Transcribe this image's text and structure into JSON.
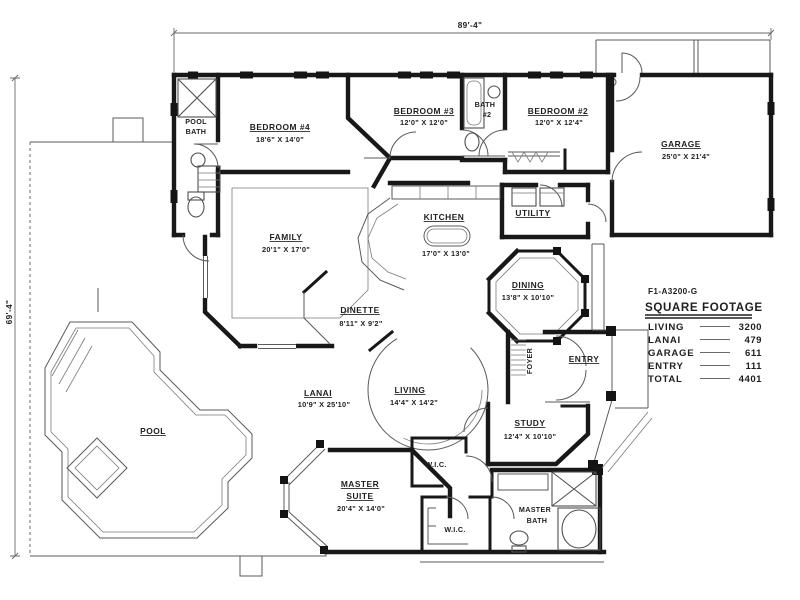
{
  "dimensions": {
    "top": "89'-4\"",
    "left": "69'-4\""
  },
  "plan_code": "F1-A3200-G",
  "square_footage": {
    "title": "SQUARE FOOTAGE",
    "rows": [
      {
        "label": "LIVING",
        "value": "3200"
      },
      {
        "label": "LANAI",
        "value": "479"
      },
      {
        "label": "GARAGE",
        "value": "611"
      },
      {
        "label": "ENTRY",
        "value": "111"
      },
      {
        "label": "TOTAL",
        "value": "4401"
      }
    ]
  },
  "rooms": {
    "pool_bath": {
      "line1": "POOL",
      "line2": "BATH"
    },
    "bedroom4": {
      "name": "BEDROOM #4",
      "dims": "18'6\" X 14'0\""
    },
    "bedroom3": {
      "name": "BEDROOM #3",
      "dims": "12'0\" X 12'0\""
    },
    "bath2": {
      "line1": "BATH",
      "line2": "#2"
    },
    "bedroom2": {
      "name": "BEDROOM #2",
      "dims": "12'0\" X 12'4\""
    },
    "garage": {
      "name": "GARAGE",
      "dims": "25'0\" X 21'4\""
    },
    "family": {
      "name": "FAMILY",
      "dims": "20'1\" X 17'0\""
    },
    "kitchen": {
      "name": "KITCHEN",
      "dims": "17'0\" X 13'0\""
    },
    "utility": {
      "name": "UTILITY"
    },
    "dining": {
      "name": "DINING",
      "dims": "13'8\" X 10'10\""
    },
    "dinette": {
      "name": "DINETTE",
      "dims": "8'11\" X 9'2\""
    },
    "foyer": {
      "name": "FOYER"
    },
    "entry": {
      "name": "ENTRY"
    },
    "lanai": {
      "name": "LANAI",
      "dims": "10'9\" X 25'10\""
    },
    "living": {
      "name": "LIVING",
      "dims": "14'4\" X 14'2\""
    },
    "study": {
      "name": "STUDY",
      "dims": "12'4\" X 10'10\""
    },
    "master_suite": {
      "line1": "MASTER",
      "line2": "SUITE",
      "dims": "20'4\" X 14'0\""
    },
    "wic_upper": {
      "name": "W.I.C."
    },
    "wic_lower": {
      "name": "W.I.C."
    },
    "master_bath": {
      "line1": "MASTER",
      "line2": "BATH"
    },
    "pool": {
      "name": "POOL"
    }
  }
}
